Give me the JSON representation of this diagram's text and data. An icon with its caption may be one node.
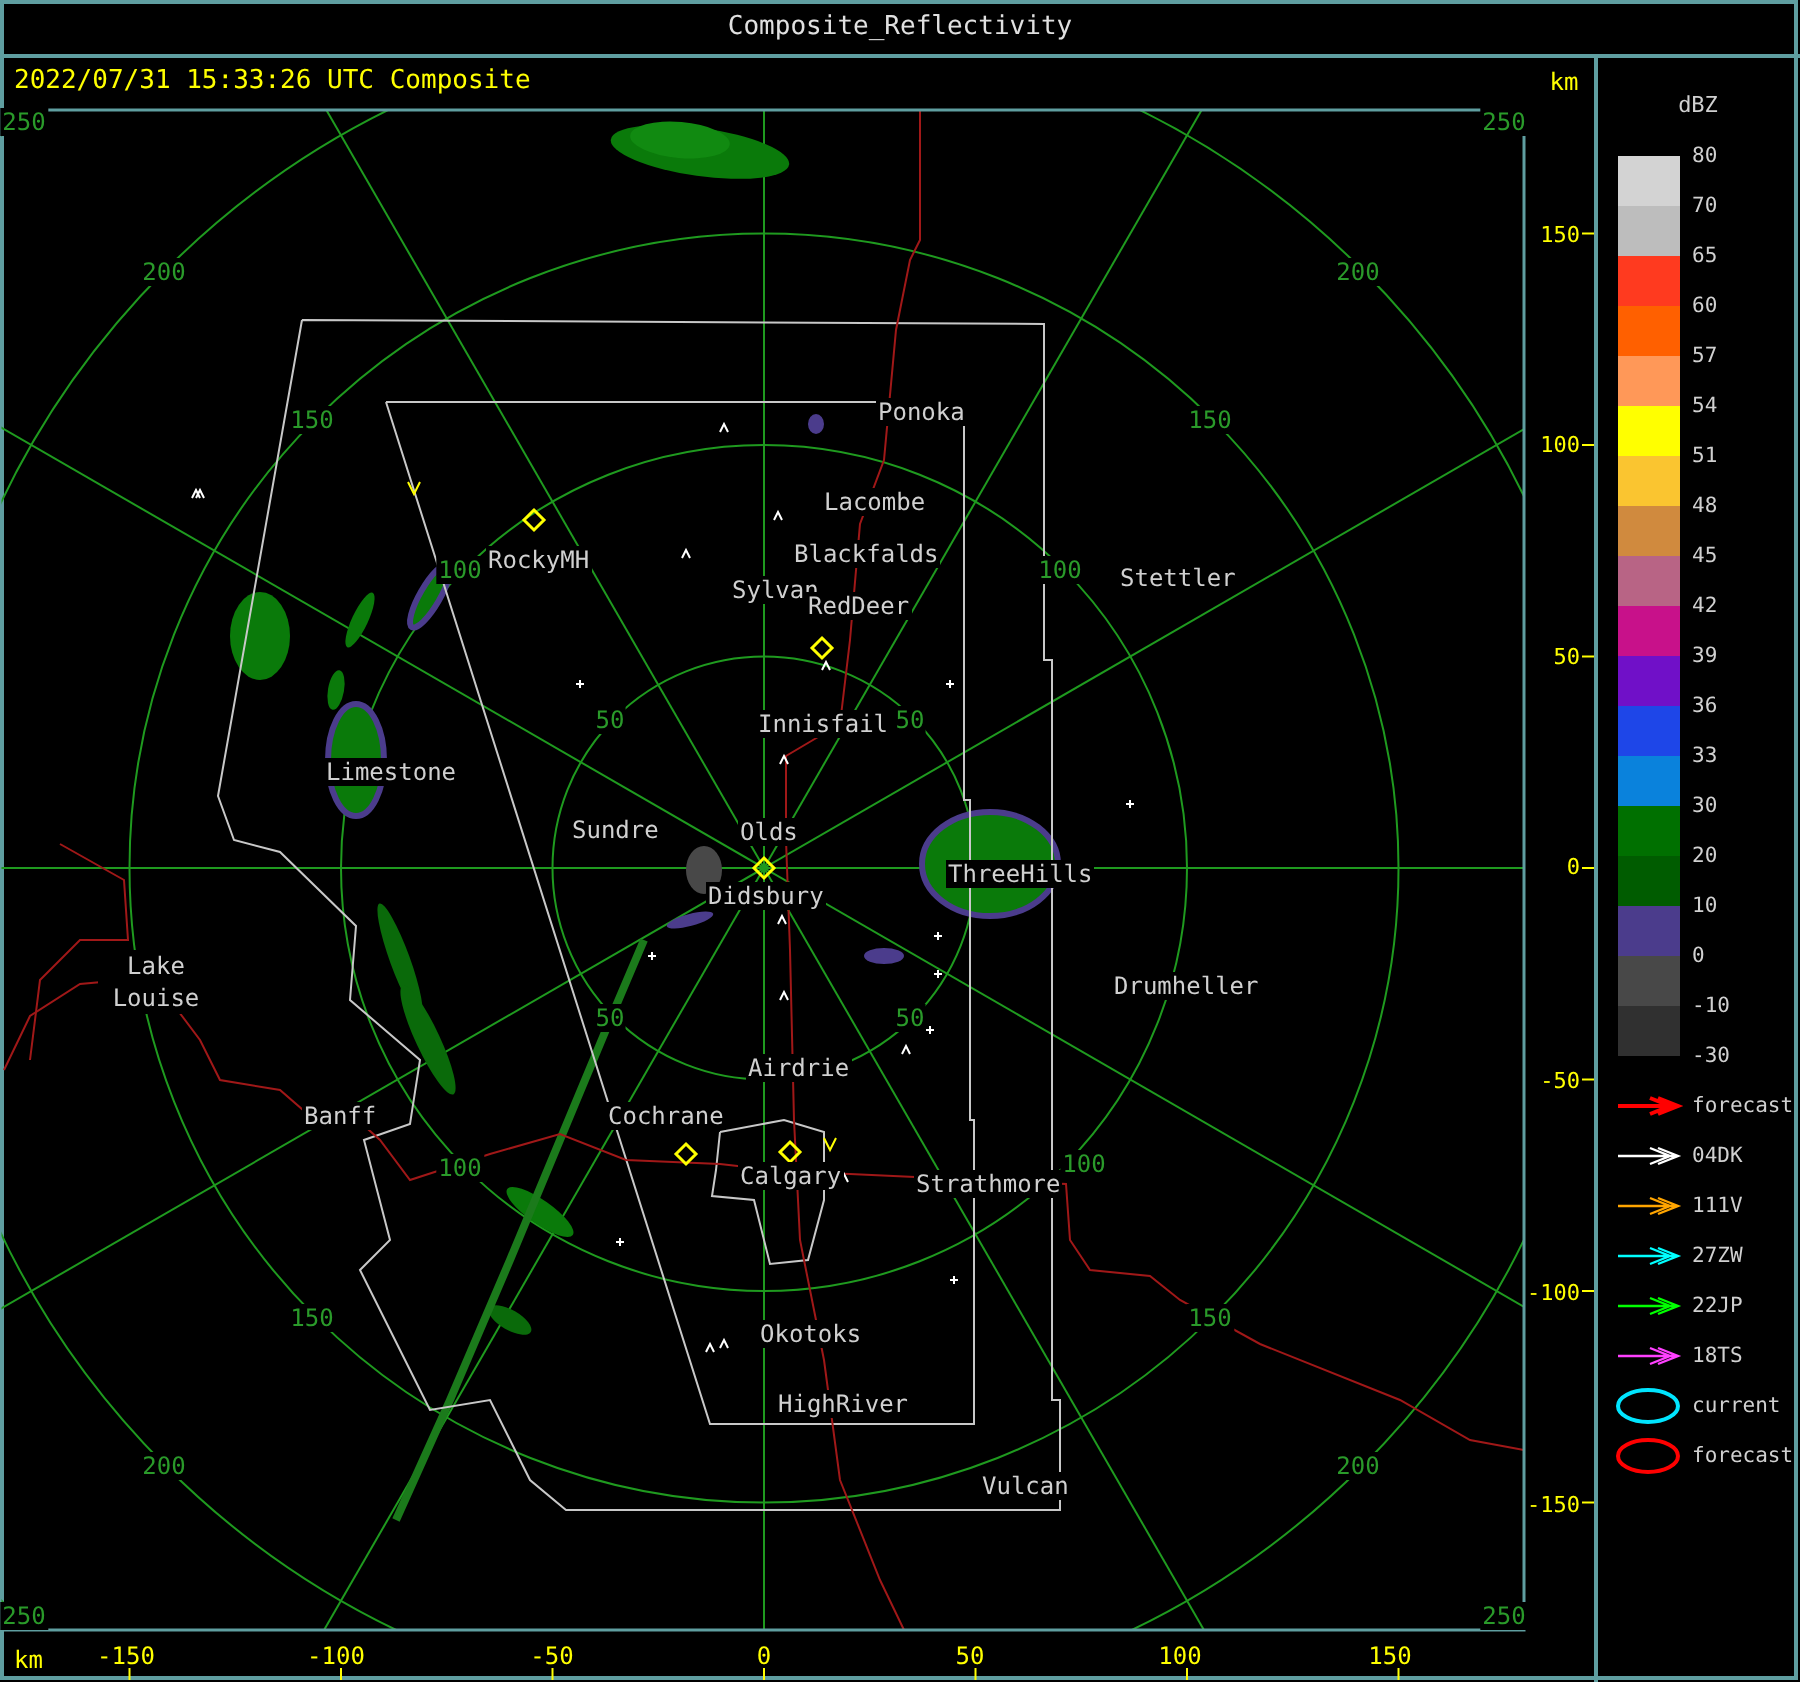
{
  "diagram": {
    "title": "Composite_Reflectivity",
    "labels": [
      "2022/07/31 15:33:26 UTC Composite",
      "km",
      "250",
      "250",
      "200",
      "200",
      "150",
      "150",
      "100",
      "100",
      "50",
      "50",
      "50",
      "50",
      "100",
      "100",
      "150",
      "150",
      "200",
      "200",
      "250",
      "250",
      "Ponoka",
      "Lacombe",
      "RockyMH",
      "Blackfalds",
      "Stettler",
      "Sylvan",
      "RedDeer",
      "Innisfail",
      "Limestone",
      "Sundre",
      "Olds",
      "ThreeHills",
      "Didsbury",
      "Drumheller",
      "Lake Louise",
      "Banff",
      "Airdrie",
      "Cochrane",
      "Calgary",
      "Strathmore",
      "Okotoks",
      "HighRiver",
      "Vulcan",
      "150",
      "100",
      "50",
      "0",
      "-50",
      "-100",
      "-150",
      "km",
      "-150",
      "-100",
      "-50",
      "0",
      "50",
      "100",
      "150",
      "dBZ",
      "-30"
    ],
    "legend": [
      {
        "text": "80",
        "color": "#d3d3d3"
      },
      {
        "text": "70",
        "color": "#bdbdbd"
      },
      {
        "text": "65",
        "color": "#ff3a1f"
      },
      {
        "text": "60",
        "color": "#ff6000"
      },
      {
        "text": "57",
        "color": "#ff9858"
      },
      {
        "text": "54",
        "color": "#ffff00"
      },
      {
        "text": "51",
        "color": "#fac530"
      },
      {
        "text": "48",
        "color": "#d08a3e"
      },
      {
        "text": "45",
        "color": "#b86485"
      },
      {
        "text": "42",
        "color": "#c8118a"
      },
      {
        "text": "39",
        "color": "#7010c8"
      },
      {
        "text": "36",
        "color": "#1e46e8"
      },
      {
        "text": "33",
        "color": "#0a82dc"
      },
      {
        "text": "30",
        "color": "#007000"
      },
      {
        "text": "20",
        "color": "#005c00"
      },
      {
        "text": "10",
        "color": "#4b3c8c"
      },
      {
        "text": "0",
        "color": "#484848"
      },
      {
        "text": "-10",
        "color": "#303030"
      },
      {
        "text": "forecast"
      },
      {
        "text": "04DK"
      },
      {
        "text": "111V"
      },
      {
        "text": "27ZW"
      },
      {
        "text": "22JP"
      },
      {
        "text": "18TS"
      },
      {
        "text": "current"
      },
      {
        "text": "forecast"
      }
    ]
  }
}
